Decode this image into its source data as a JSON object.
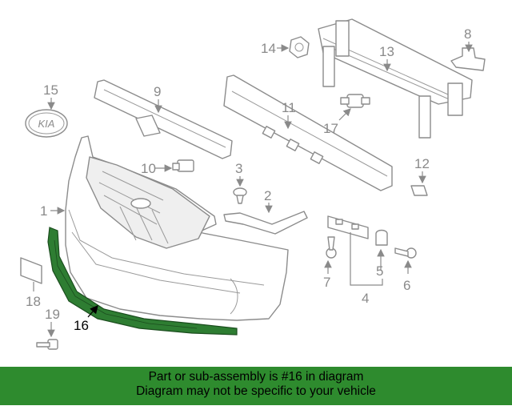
{
  "diagram": {
    "callouts": {
      "c1": "1",
      "c2": "2",
      "c3": "3",
      "c4": "4",
      "c5": "5",
      "c6": "6",
      "c7": "7",
      "c8": "8",
      "c9": "9",
      "c10": "10",
      "c11": "11",
      "c12": "12",
      "c13": "13",
      "c14": "14",
      "c15": "15",
      "c16": "16",
      "c17": "17",
      "c18": "18",
      "c19": "19"
    },
    "emblem_text": "KIA",
    "highlight_part": "16",
    "colors": {
      "highlight_fill": "#2e7d32",
      "line_art": "#8c8c8c",
      "banner": "#2e8b2e"
    }
  },
  "banner": {
    "line1": "Part or sub-assembly is #16 in diagram",
    "line2": "Diagram may not be specific to your vehicle"
  }
}
